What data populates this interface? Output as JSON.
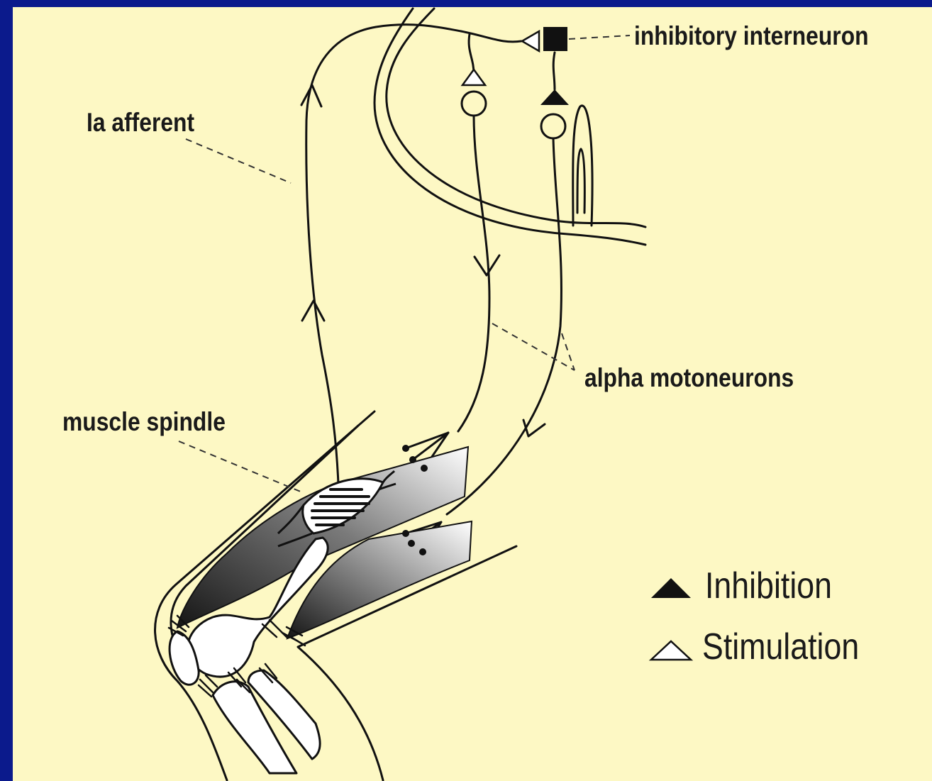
{
  "labels": {
    "inhibitory_interneuron": "inhibitory interneuron",
    "ia_afferent": "Ia afferent",
    "alpha_motoneurons": "alpha motoneurons",
    "muscle_spindle": "muscle spindle"
  },
  "legend": {
    "inhibition": "Inhibition",
    "stimulation": "Stimulation"
  },
  "colors": {
    "frame": "#0b1a8c",
    "background": "#fdf8c4",
    "ink": "#111111"
  }
}
